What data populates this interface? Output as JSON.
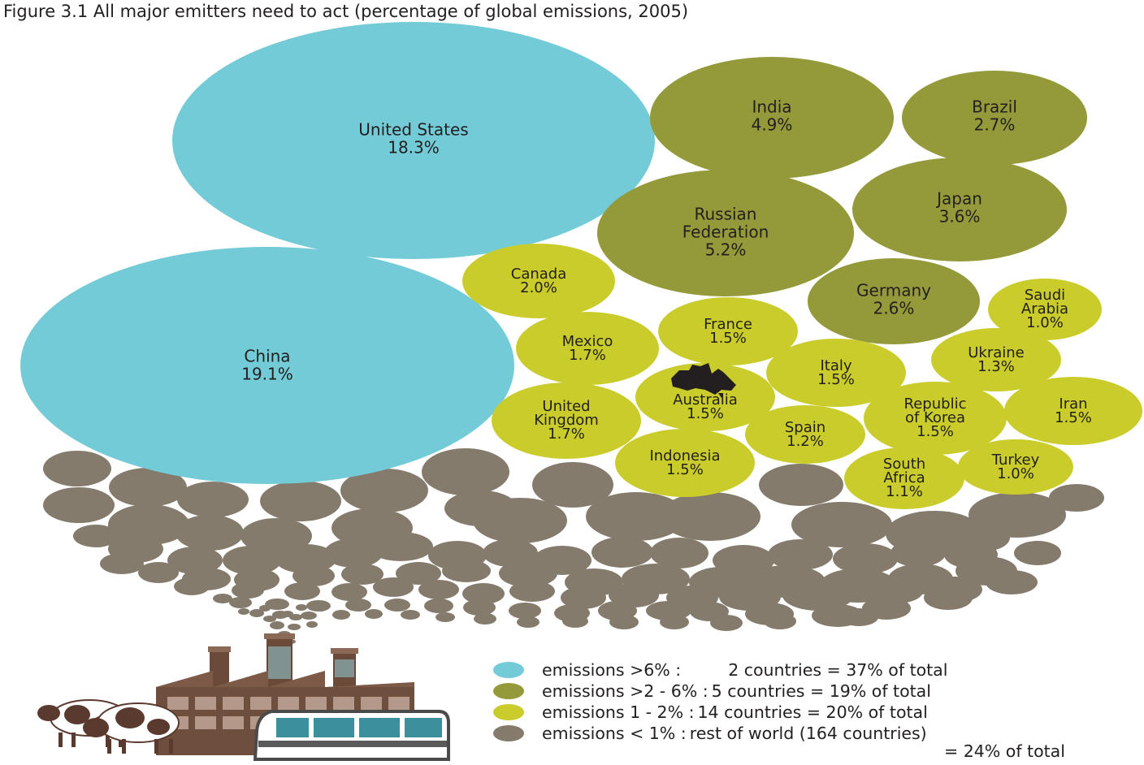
{
  "title": "Figure 3.1 All major emitters need to act (percentage of global emissions, 2005)",
  "colors": {
    "tier1": "#72cbd6",
    "tier2": "#949a3a",
    "tier3": "#c9cc2b",
    "tier4": "#857b6d"
  },
  "chart_data": {
    "type": "bubble",
    "title": "Figure 3.1 All major emitters need to act (percentage of global emissions, 2005)",
    "unit": "percentage of global emissions",
    "year": 2005,
    "series": [
      {
        "name": "emissions >6%",
        "color": "#72cbd6",
        "points": [
          {
            "label": [
              "United States"
            ],
            "value_label": "18.3%",
            "value": 18.3
          },
          {
            "label": [
              "China"
            ],
            "value_label": "19.1%",
            "value": 19.1
          }
        ]
      },
      {
        "name": "emissions >2 - 6%",
        "color": "#949a3a",
        "points": [
          {
            "label": [
              "India"
            ],
            "value_label": "4.9%",
            "value": 4.9
          },
          {
            "label": [
              "Brazil"
            ],
            "value_label": "2.7%",
            "value": 2.7
          },
          {
            "label": [
              "Russian",
              "Federation"
            ],
            "value_label": "5.2%",
            "value": 5.2
          },
          {
            "label": [
              "Japan"
            ],
            "value_label": "3.6%",
            "value": 3.6
          },
          {
            "label": [
              "Germany"
            ],
            "value_label": "2.6%",
            "value": 2.6
          }
        ]
      },
      {
        "name": "emissions 1 - 2%",
        "color": "#c9cc2b",
        "points": [
          {
            "label": [
              "Canada"
            ],
            "value_label": "2.0%",
            "value": 2.0
          },
          {
            "label": [
              "Saudi",
              "Arabia"
            ],
            "value_label": "1.0%",
            "value": 1.0
          },
          {
            "label": [
              "France"
            ],
            "value_label": "1.5%",
            "value": 1.5
          },
          {
            "label": [
              "Mexico"
            ],
            "value_label": "1.7%",
            "value": 1.7
          },
          {
            "label": [
              "Ukraine"
            ],
            "value_label": "1.3%",
            "value": 1.3
          },
          {
            "label": [
              "Italy"
            ],
            "value_label": "1.5%",
            "value": 1.5
          },
          {
            "label": [
              "Australia"
            ],
            "value_label": "1.5%",
            "value": 1.5
          },
          {
            "label": [
              "Iran"
            ],
            "value_label": "1.5%",
            "value": 1.5
          },
          {
            "label": [
              "United",
              "Kingdom"
            ],
            "value_label": "1.7%",
            "value": 1.7
          },
          {
            "label": [
              "Republic",
              "of Korea"
            ],
            "value_label": "1.5%",
            "value": 1.5
          },
          {
            "label": [
              "Spain"
            ],
            "value_label": "1.2%",
            "value": 1.2
          },
          {
            "label": [
              "Indonesia"
            ],
            "value_label": "1.5%",
            "value": 1.5
          },
          {
            "label": [
              "South",
              "Africa"
            ],
            "value_label": "1.1%",
            "value": 1.1
          },
          {
            "label": [
              "Turkey"
            ],
            "value_label": "1.0%",
            "value": 1.0
          }
        ]
      },
      {
        "name": "emissions < 1%",
        "color": "#857b6d",
        "count": 164,
        "share_of_total": 24
      }
    ]
  },
  "legend": [
    {
      "desc": "emissions >6% :",
      "summary": "2 countries = 37% of total",
      "summary2": ""
    },
    {
      "desc": "emissions >2 - 6% :",
      "summary": "5 countries = 19% of total",
      "summary2": ""
    },
    {
      "desc": "emissions 1 - 2% :",
      "summary": "14 countries = 20% of total",
      "summary2": ""
    },
    {
      "desc": "emissions < 1% :",
      "summary": "rest of world (164 countries)",
      "summary2": "= 24% of total"
    }
  ],
  "illustration": {
    "factory": "factory-icon",
    "bus": "bus-icon",
    "cows": "cow-icon"
  }
}
